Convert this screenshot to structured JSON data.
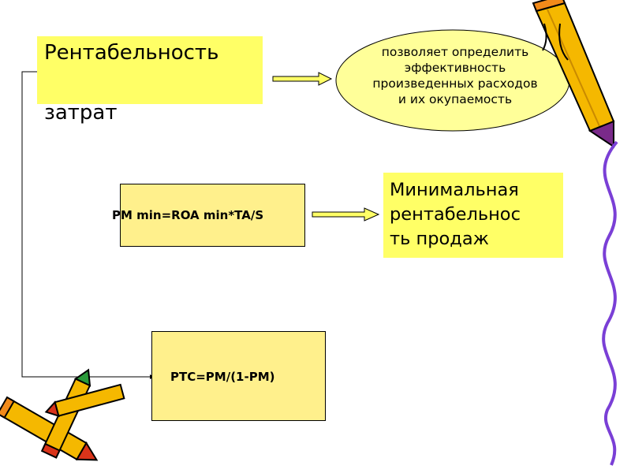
{
  "concept": {
    "title_line1": "Рентабельность",
    "title_line2": "затрат"
  },
  "description": {
    "lines": [
      "позволяет определить",
      "эффективность",
      "произведенных расходов",
      "и их окупаемость"
    ]
  },
  "formulas": {
    "pm_min": "PM min=ROA min*TA/S",
    "ptc": "PTC=PM/(1-PM)"
  },
  "result": {
    "lines": [
      "Минимальная",
      "рентабельнос",
      "ть продаж"
    ]
  },
  "colors": {
    "highlight": "#ffff66",
    "formula_box": "#fff08c",
    "ellipse": "#ffff99",
    "pencil_body": "#f5b800",
    "pencil_tip": "#7a2a8a",
    "squiggle": "#7a3fd6"
  },
  "icons": [
    "pencil-icon",
    "crayons-icon",
    "squiggle-decoration"
  ]
}
